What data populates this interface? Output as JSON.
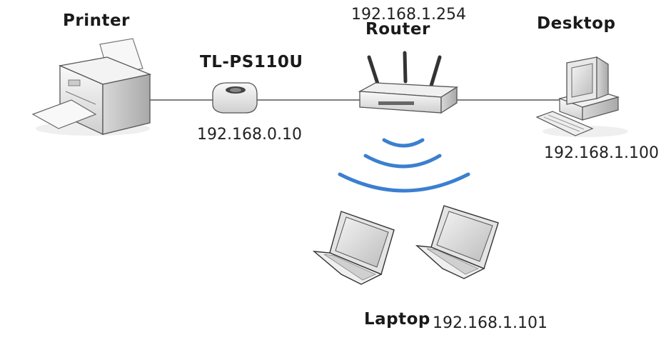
{
  "nodes": {
    "printer": {
      "label": "Printer"
    },
    "print_server": {
      "label": "TL-PS110U",
      "ip": "192.168.0.10"
    },
    "router": {
      "label": "Router",
      "ip": "192.168.1.254"
    },
    "desktop": {
      "label": "Desktop",
      "ip": "192.168.1.100"
    },
    "laptop": {
      "label": "Laptop",
      "ip": "192.168.1.101"
    }
  },
  "colors": {
    "wifi": "#3b7fd0",
    "cable": "#333333",
    "device_body": "#e6e6e6",
    "device_edge": "#555555"
  },
  "icons": [
    "printer-icon",
    "print-server-icon",
    "router-icon",
    "desktop-icon",
    "laptop-icon",
    "wifi-waves-icon"
  ]
}
